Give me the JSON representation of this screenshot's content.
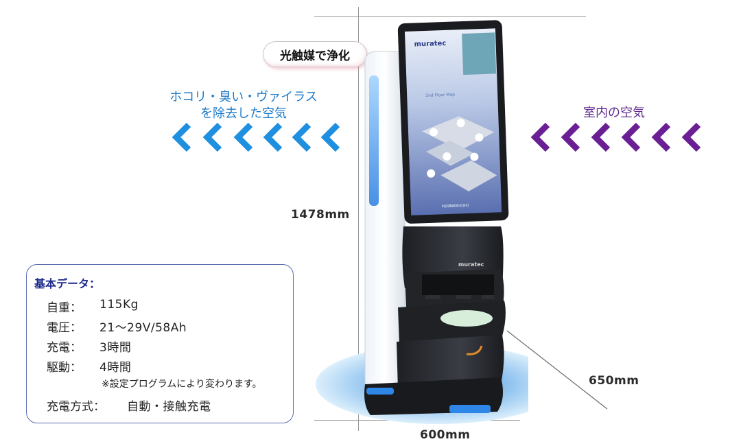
{
  "thought_bubble": "光触媒で浄化",
  "airflow": {
    "clean_air_line1": "ホコリ・臭い・ヴァイラス",
    "clean_air_line2": "を除去した空気",
    "room_air": "室内の空気",
    "clean_color": "#1f8fe0",
    "room_color": "#6a1f95"
  },
  "dimensions": {
    "height": "1478mm",
    "depth": "650mm",
    "width": "600mm"
  },
  "screen": {
    "brand": "muratec",
    "map_title": "2nd Floor Map",
    "company": "村田機械株式会社"
  },
  "body_brand": "muratec",
  "basic_data": {
    "title": "基本データ：",
    "rows": [
      {
        "label": "自重：",
        "value": "115Kg"
      },
      {
        "label": "電圧：",
        "value": "21〜29V/58Ah"
      },
      {
        "label": "充電：",
        "value": "3時間"
      },
      {
        "label": "駆動：",
        "value": "4時間"
      }
    ],
    "note": "※設定プログラムにより変わります。",
    "charge_label": "充電方式：",
    "charge_value": "自動・接触充電"
  }
}
